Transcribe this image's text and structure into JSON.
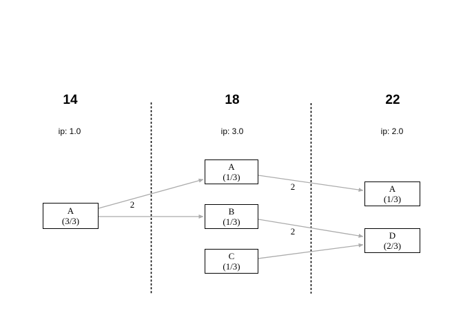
{
  "diagram": {
    "background": "#ffffff",
    "colors": {
      "edge": "#ababab",
      "separator": "#000000",
      "node_border": "#000000",
      "node_fill": "#ffffff",
      "dot": "#000000",
      "text": "#000000"
    },
    "columns": [
      {
        "header": "14",
        "ip": "ip: 1.0"
      },
      {
        "header": "18",
        "ip": "ip: 3.0"
      },
      {
        "header": "22",
        "ip": "ip: 2.0"
      }
    ],
    "nodes": [
      {
        "column": "14",
        "label": "A",
        "count": "(3/3)",
        "has_dot": true
      },
      {
        "column": "18",
        "label": "A",
        "count": "(1/3)",
        "has_dot": false
      },
      {
        "column": "18",
        "label": "B",
        "count": "(1/3)",
        "has_dot": true
      },
      {
        "column": "18",
        "label": "C",
        "count": "(1/3)",
        "has_dot": false
      },
      {
        "column": "22",
        "label": "A",
        "count": "(1/3)",
        "has_dot": false
      },
      {
        "column": "22",
        "label": "D",
        "count": "(2/3)",
        "has_dot": true
      }
    ],
    "edges": [
      {
        "from": "A@14",
        "to": "A@18",
        "label": "2"
      },
      {
        "from": "A@14",
        "to": "B@18",
        "label": ""
      },
      {
        "from": "A@18",
        "to": "A@22",
        "label": "2"
      },
      {
        "from": "B@18",
        "to": "D@22",
        "label": "2"
      },
      {
        "from": "C@18",
        "to": "D@22",
        "label": ""
      }
    ]
  }
}
